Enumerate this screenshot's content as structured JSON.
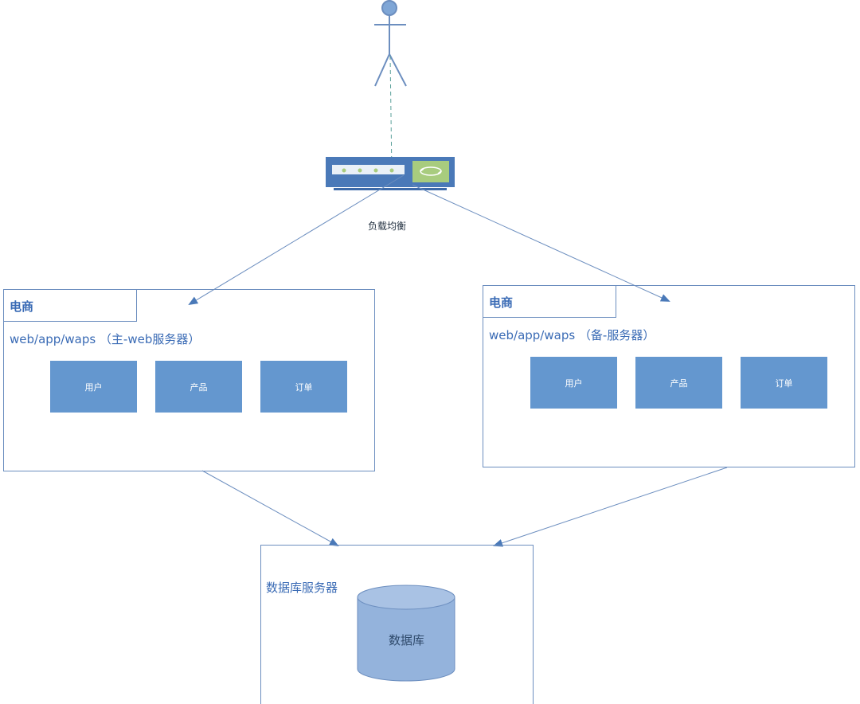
{
  "load_balancer": {
    "label": "负载均衡"
  },
  "primary_server": {
    "title": "电商",
    "subtitle": "web/app/waps （主-web服务器）",
    "modules": [
      "用户",
      "产品",
      "订单"
    ]
  },
  "backup_server": {
    "title": "电商",
    "subtitle": "web/app/waps （备-服务器）",
    "modules": [
      "用户",
      "产品",
      "订单"
    ]
  },
  "database_server": {
    "title": "数据库服务器",
    "database_label": "数据库"
  },
  "colors": {
    "stroke": "#6c8ebf",
    "module_fill": "#6497cf",
    "text_blue": "#3a6bb5",
    "db_fill": "#94b3dc",
    "actor": "#6c8ebf",
    "switch_body": "#4a79b8",
    "switch_port": "#a8cc7e"
  },
  "icons": {
    "user": "actor-icon",
    "load_balancer": "switch-icon",
    "database": "cylinder-icon"
  }
}
